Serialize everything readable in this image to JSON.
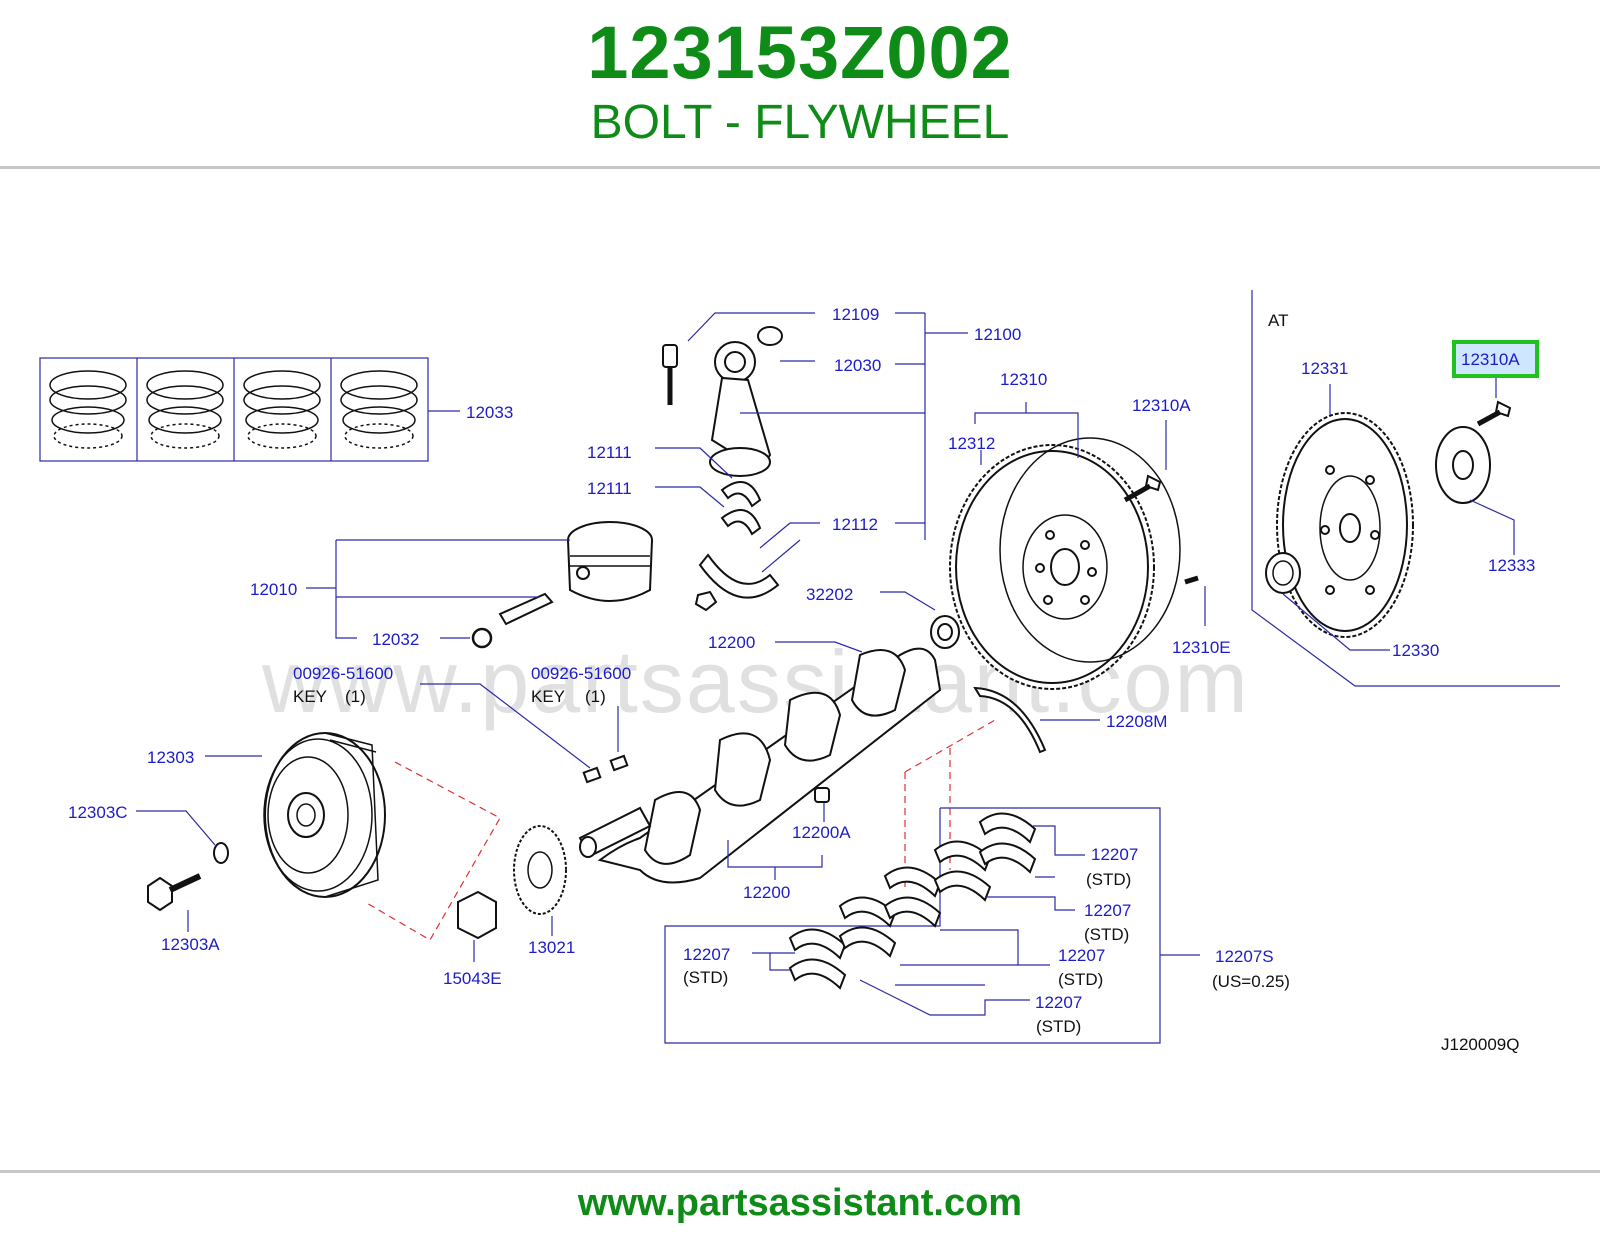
{
  "header": {
    "part_number": "123153Z002",
    "part_name": "BOLT - FLYWHEEL"
  },
  "diagram": {
    "watermark": "www.partsassistant.com",
    "inset_title": "AT",
    "drawing_code": "J120009Q",
    "highlight_color": "#1fc21f",
    "label_color": "#1c1cc8",
    "labels": {
      "l12109": "12109",
      "l12100": "12100",
      "l12030": "12030",
      "l12033": "12033",
      "l12310": "12310",
      "l12310A_main": "12310A",
      "l12312": "12312",
      "l12111a": "12111",
      "l12111b": "12111",
      "l12112": "12112",
      "l12010": "12010",
      "l32202": "32202",
      "l12200_top": "12200",
      "l12032": "12032",
      "l12310E": "12310E",
      "l00926a": "00926-51600",
      "l00926b": "00926-51600",
      "key_a": "KEY",
      "key_a_qty": "(1)",
      "key_b": "KEY",
      "key_b_qty": "(1)",
      "l12208M": "12208M",
      "l12303": "12303",
      "l12303C": "12303C",
      "l12200A": "12200A",
      "l12200_bottom": "12200",
      "l12303A": "12303A",
      "l15043E": "15043E",
      "l13021": "13021",
      "l12207_1": "12207",
      "l12207_1s": "(STD)",
      "l12207_2": "12207",
      "l12207_2s": "(STD)",
      "l12207_3": "12207",
      "l12207_3s": "(STD)",
      "l12207_4": "12207",
      "l12207_4s": "(STD)",
      "l12207_5": "12207",
      "l12207_5s": "(STD)",
      "l12207S": "12207S",
      "l12207S_s": "(US=0.25)",
      "l12331": "12331",
      "l12310A_inset": "12310A",
      "l12333": "12333",
      "l12330": "12330"
    }
  },
  "footer": {
    "url": "www.partsassistant.com"
  }
}
